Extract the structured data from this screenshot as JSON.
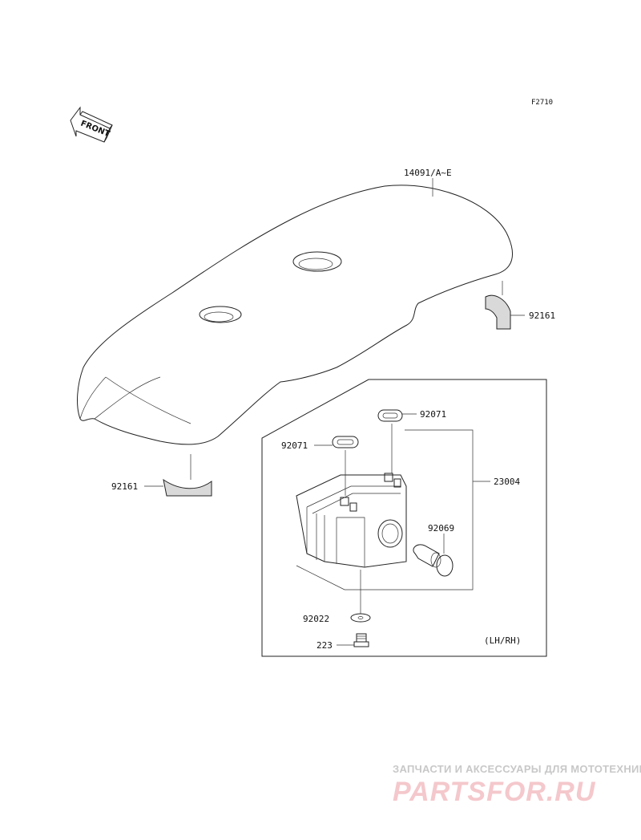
{
  "diagram_code": "F2710",
  "front_label": "FRONT",
  "parts": {
    "seat": "14091/A~E",
    "pad_right": "92161",
    "pad_left": "92161",
    "grommet_upper": "92071",
    "grommet_lower": "92071",
    "lamp_assembly": "23004",
    "bulb": "92069",
    "washer": "92022",
    "screw": "223"
  },
  "variant_note": "(LH/RH)",
  "watermark": {
    "tagline": "ЗАПЧАСТИ И АКСЕССУАРЫ ДЛЯ МОТОТЕХНИКИ",
    "logo": "PARTSFOR.RU"
  },
  "colors": {
    "line": "#222222",
    "shade": "#d9d9d9",
    "watermark_text": "#c8c8c8",
    "watermark_logo": "#f4c8cc"
  }
}
